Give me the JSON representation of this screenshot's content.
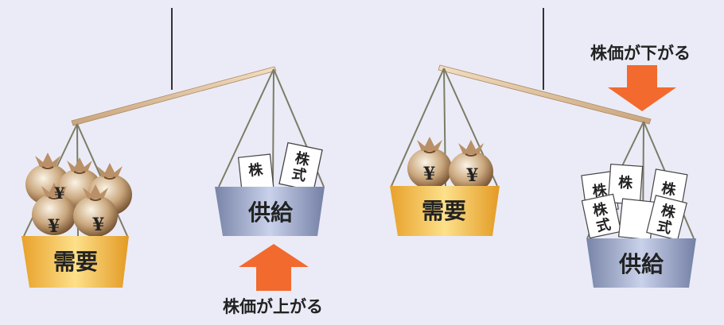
{
  "left_scale": {
    "demand_label": "需要",
    "supply_label": "供給",
    "arrow_caption": "株価が上がる",
    "stock_paper_text": [
      "株",
      "式"
    ]
  },
  "right_scale": {
    "demand_label": "需要",
    "supply_label": "供給",
    "arrow_caption": "株価が下がる",
    "stock_paper_text": [
      "株",
      "式"
    ]
  },
  "money_symbol": "¥",
  "colors": {
    "background": "#ebebf7",
    "arrow": "#f26a2e",
    "demand_basket": "#f2b23a",
    "supply_basket": "#8a96b8",
    "beam": "#e2c49a",
    "string": "#7c7c66"
  }
}
